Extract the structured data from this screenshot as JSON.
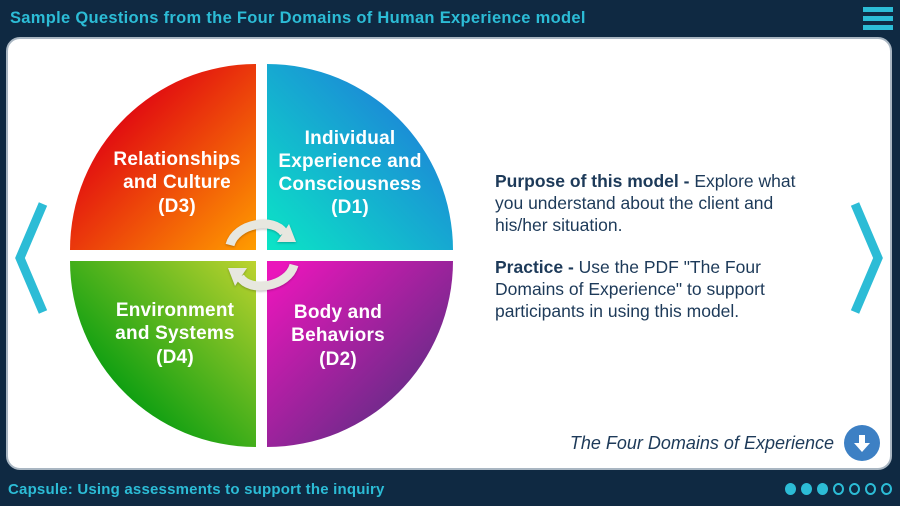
{
  "colors": {
    "navy": "#0f2942",
    "cyan": "#2cbcd6",
    "text_navy": "#1d3a59",
    "card_bg": "#ffffff",
    "card_border": "#a9b6c2",
    "download_blue": "#3d80c4",
    "arrow_gray": "#e7e7df"
  },
  "header": {
    "title": "Sample Questions from the Four Domains of Human Experience model",
    "menu_icon": "hamburger-icon"
  },
  "diagram": {
    "center_icon": "cycle-arrows-icon",
    "quadrants": [
      {
        "id": "d3",
        "label": "Relationships\nand Culture\n(D3)",
        "bg": "linear-gradient(135deg, #e21010 30%, #ff9d00 100%)"
      },
      {
        "id": "d1",
        "label": "Individual\nExperience and\nConsciousness\n(D1)",
        "bg": "linear-gradient(225deg, #1e7ed9 15%, #0be5c6 100%)"
      },
      {
        "id": "d4",
        "label": "Environment\nand Systems\n(D4)",
        "bg": "linear-gradient(45deg, #12a012 30%, #bdd32f 100%)"
      },
      {
        "id": "d2",
        "label": "Body and\nBehaviors\n(D2)",
        "bg": "linear-gradient(135deg, #ea16bb 5%, #642c86 80%)"
      }
    ]
  },
  "info": {
    "paragraphs": [
      {
        "lead": "Purpose of this model - ",
        "body": "Explore what you understand about the client and his/her situation."
      },
      {
        "lead": "Practice - ",
        "body": "Use the PDF \"The Four Domains of Experience\" to support participants in using this model."
      }
    ]
  },
  "resource": {
    "label": "The Four Domains of Experience",
    "icon": "download-icon"
  },
  "footer": {
    "capsule_prefix": "Capsule:",
    "capsule_text": " Using assessments to support the inquiry",
    "progress": {
      "total": 7,
      "completed": 3
    }
  }
}
